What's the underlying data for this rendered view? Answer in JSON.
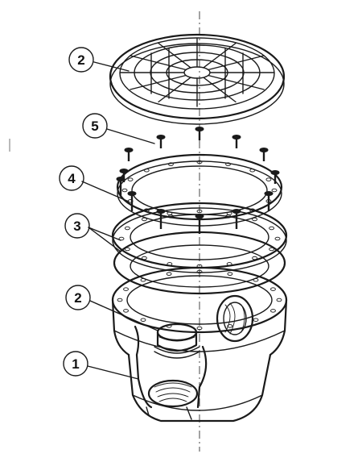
{
  "callouts": [
    {
      "key": "grate",
      "number": "2"
    },
    {
      "key": "screws",
      "number": "5"
    },
    {
      "key": "ring",
      "number": "4"
    },
    {
      "key": "gaskets",
      "number": "3"
    },
    {
      "key": "fitting",
      "number": "2"
    },
    {
      "key": "housing",
      "number": "1"
    }
  ],
  "colors": {
    "ink": "#1a1a1a",
    "background": "#ffffff"
  }
}
